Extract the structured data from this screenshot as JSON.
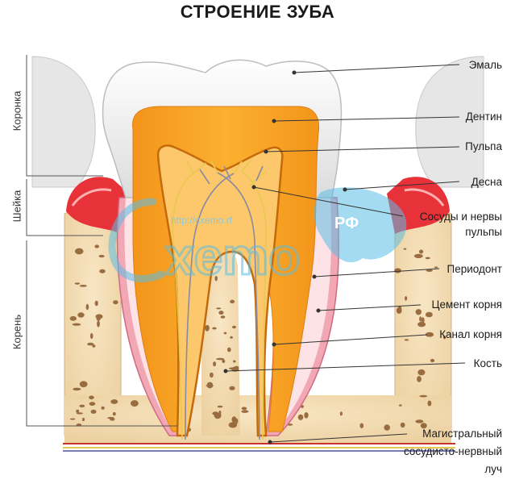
{
  "title": "СТРОЕНИЕ ЗУБА",
  "zones": {
    "crown": "Коронка",
    "neck": "Шейка",
    "root": "Корень"
  },
  "labels": {
    "enamel": "Эмаль",
    "dentin": "Дентин",
    "pulp": "Пульпа",
    "gum": "Десна",
    "vessels_line1": "Сосуды и нервы",
    "vessels_line2": "пульпы",
    "periodont": "Периодонт",
    "cement": "Цемент корня",
    "canal": "Канал корня",
    "bone": "Кость",
    "bundle_line1": "Магистральный",
    "bundle_line2": "сосудисто-нервный",
    "bundle_line3": "луч"
  },
  "watermark": {
    "url": "http://cxemo.rf",
    "word": "Cxemo",
    "suffix": "РФ"
  },
  "colors": {
    "enamel": "#eeeeee",
    "dentin": "#f7a21b",
    "pulp": "#fcc86b",
    "gum": "#e8323a",
    "periodont": "#f2a7b5",
    "bone": "#f3dcb4",
    "bone_spots": "#8a5a2c",
    "nerve": "#e8c850",
    "vessel": "#8a8aa0",
    "watermark": "#5bbde3"
  }
}
